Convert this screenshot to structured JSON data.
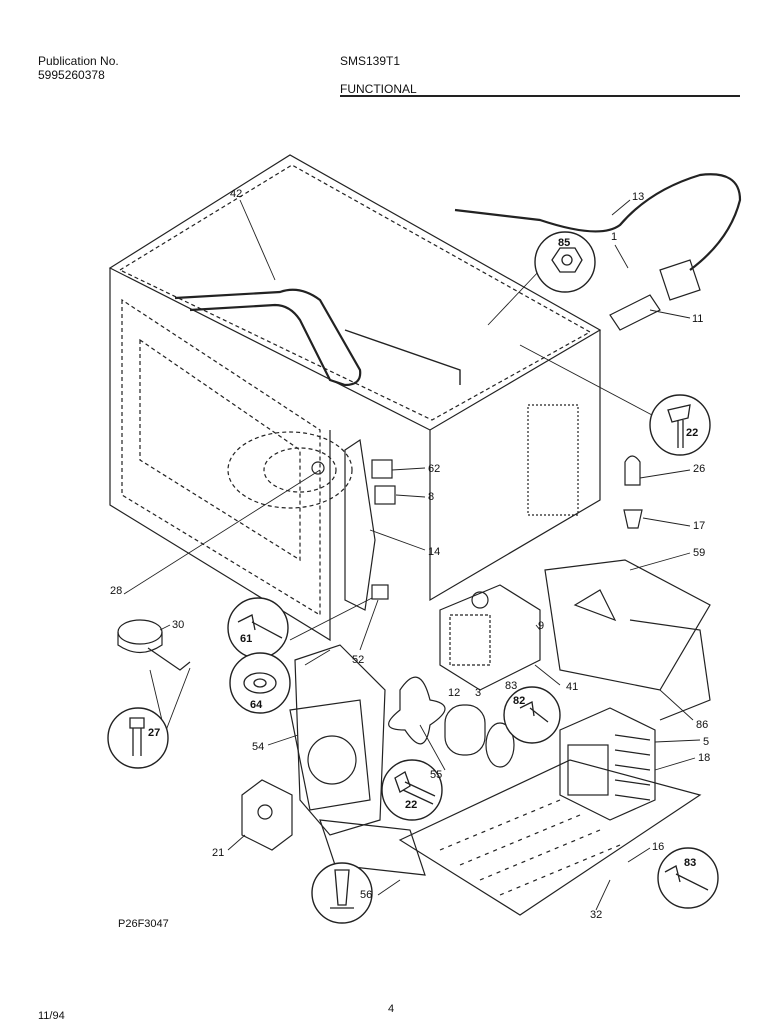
{
  "header": {
    "publication_label": "Publication No.",
    "publication_number": "5995260378",
    "model": "SMS139T1",
    "section": "FUNCTIONAL"
  },
  "callouts": [
    {
      "id": "c42",
      "text": "42"
    },
    {
      "id": "c13",
      "text": "13"
    },
    {
      "id": "c85",
      "text": "85"
    },
    {
      "id": "c1",
      "text": "1"
    },
    {
      "id": "c11",
      "text": "11"
    },
    {
      "id": "c22a",
      "text": "22"
    },
    {
      "id": "c26",
      "text": "26"
    },
    {
      "id": "c17",
      "text": "17"
    },
    {
      "id": "c62",
      "text": "62"
    },
    {
      "id": "c8",
      "text": "8"
    },
    {
      "id": "c14",
      "text": "14"
    },
    {
      "id": "c59",
      "text": "59"
    },
    {
      "id": "c28",
      "text": "28"
    },
    {
      "id": "c30",
      "text": "30"
    },
    {
      "id": "c61",
      "text": "61"
    },
    {
      "id": "c52",
      "text": "52"
    },
    {
      "id": "c9",
      "text": "9"
    },
    {
      "id": "c64",
      "text": "64"
    },
    {
      "id": "c12",
      "text": "12"
    },
    {
      "id": "c3",
      "text": "3"
    },
    {
      "id": "c83a",
      "text": "83"
    },
    {
      "id": "c41",
      "text": "41"
    },
    {
      "id": "c82",
      "text": "82"
    },
    {
      "id": "c27",
      "text": "27"
    },
    {
      "id": "c54",
      "text": "54"
    },
    {
      "id": "c86",
      "text": "86"
    },
    {
      "id": "c5",
      "text": "5"
    },
    {
      "id": "c18",
      "text": "18"
    },
    {
      "id": "c55",
      "text": "55"
    },
    {
      "id": "c22b",
      "text": "22"
    },
    {
      "id": "c21",
      "text": "21"
    },
    {
      "id": "c16",
      "text": "16"
    },
    {
      "id": "c83b",
      "text": "83"
    },
    {
      "id": "c56",
      "text": "56"
    },
    {
      "id": "c32",
      "text": "32"
    }
  ],
  "footer": {
    "drawing_code": "P26F3047",
    "date": "11/94",
    "page": "4"
  }
}
